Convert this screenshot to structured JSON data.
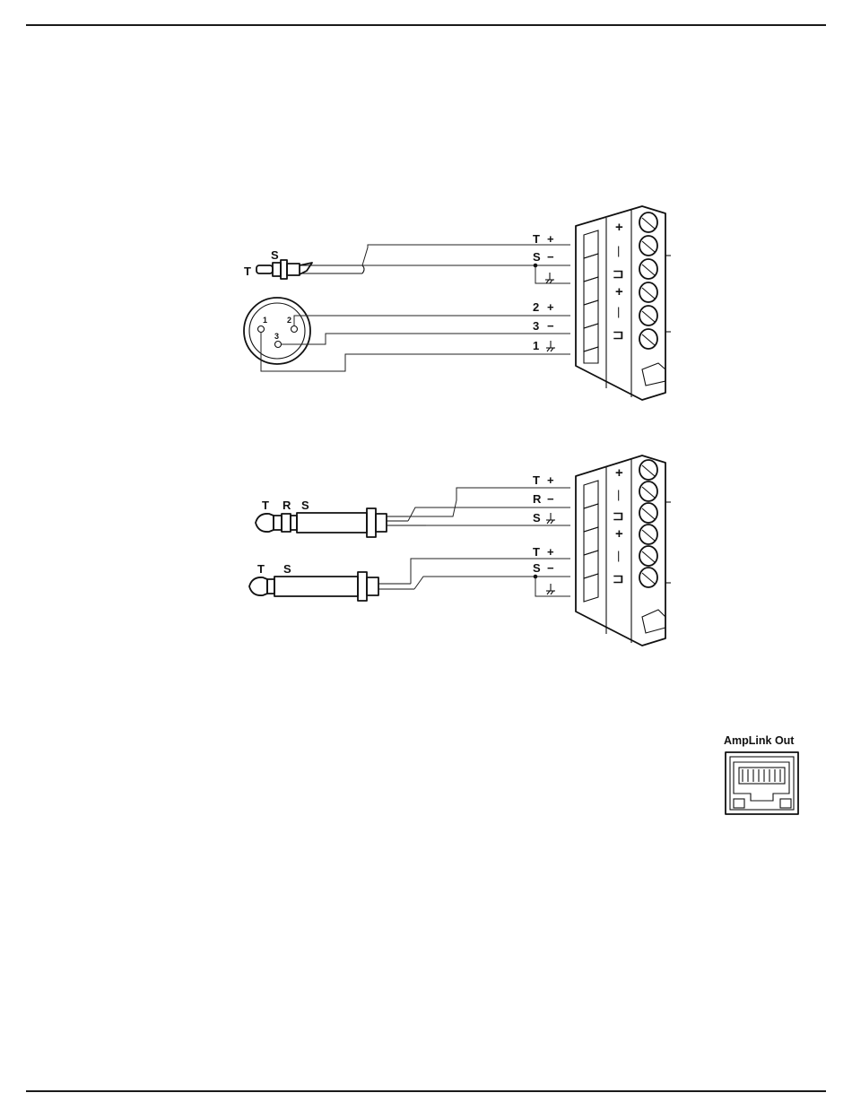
{
  "top_block": {
    "rca_tip": "T",
    "rca_sleeve": "S",
    "xlr_pins": [
      "1",
      "2",
      "3"
    ],
    "terminal_labels": [
      {
        "text": "T",
        "sign": "+"
      },
      {
        "text": "S",
        "sign": "−"
      },
      {
        "text": "",
        "sign": "ground"
      },
      {
        "text": "2",
        "sign": "+"
      },
      {
        "text": "3",
        "sign": "−"
      },
      {
        "text": "1",
        "sign": "ground"
      }
    ]
  },
  "bottom_block": {
    "trs_labels": [
      "T",
      "R",
      "S"
    ],
    "ts_labels": [
      "T",
      "S"
    ],
    "terminal_labels": [
      {
        "text": "T",
        "sign": "+"
      },
      {
        "text": "R",
        "sign": "−"
      },
      {
        "text": "S",
        "sign": "ground"
      },
      {
        "text": "T",
        "sign": "+"
      },
      {
        "text": "S",
        "sign": "−"
      },
      {
        "text": "",
        "sign": "ground"
      }
    ]
  },
  "connector_marks": [
    "+",
    "|",
    "⊐",
    "+",
    "|",
    "⊐"
  ],
  "amplink": {
    "title": "AmpLink Out"
  }
}
